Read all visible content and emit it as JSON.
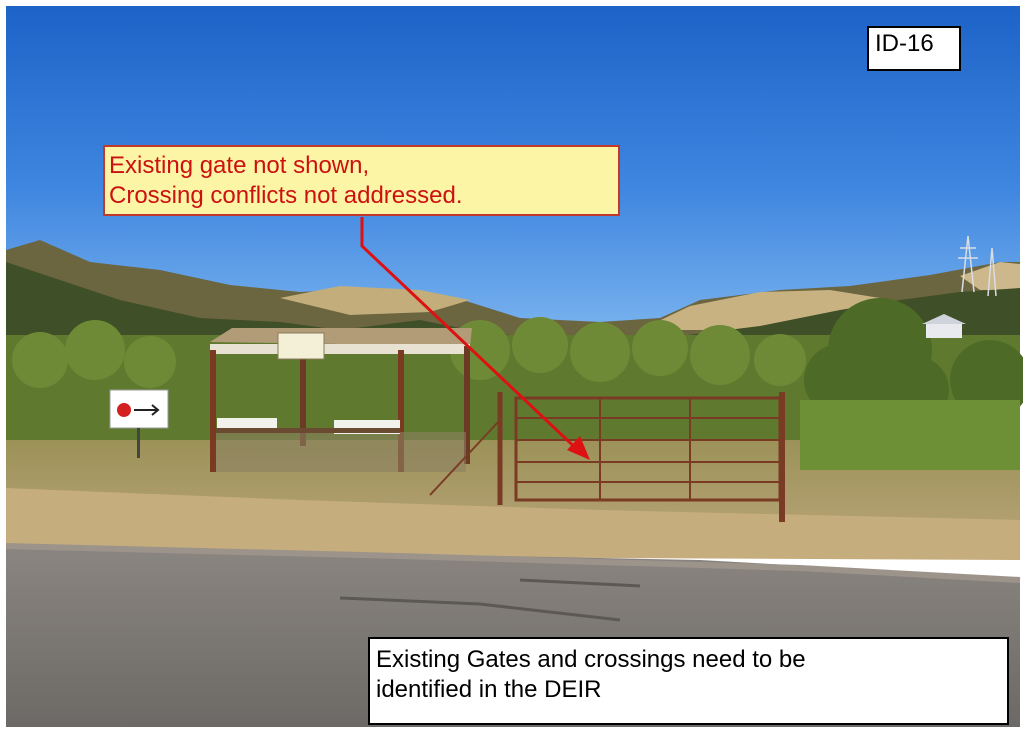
{
  "photo": {
    "id_label": "ID-16",
    "sign_icon": "apple-arrow-icon"
  },
  "callout": {
    "line1": "Existing gate not shown,",
    "line2": "Crossing conflicts not addressed."
  },
  "note": {
    "line1": "Existing Gates and crossings need to be",
    "line2": "identified in the DEIR"
  },
  "colors": {
    "callout_text": "#cc1111",
    "callout_fill": "#fdf5a6",
    "arrow": "#dd1111"
  }
}
